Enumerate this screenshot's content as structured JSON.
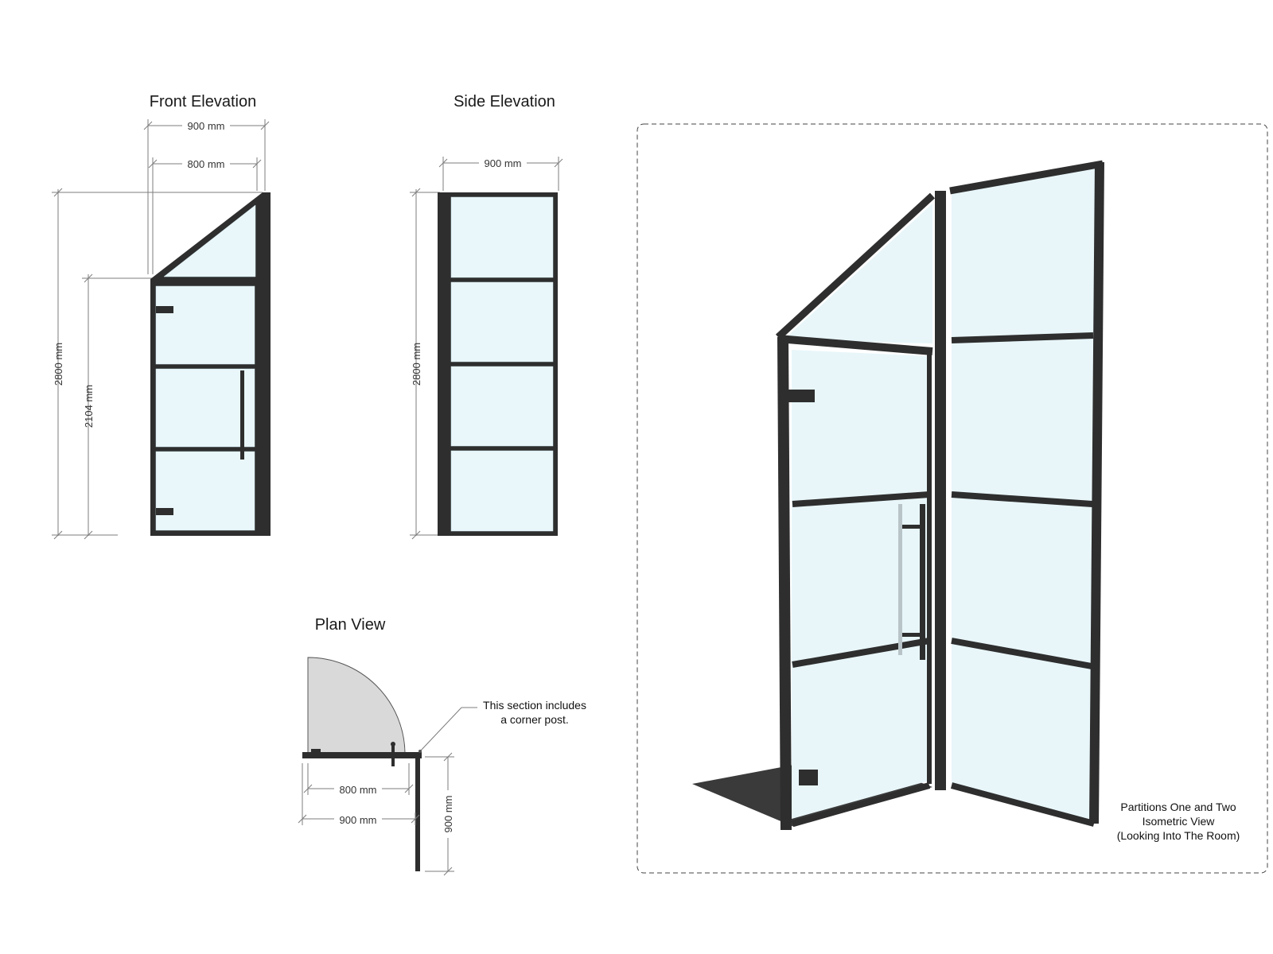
{
  "front_elevation": {
    "title": "Front Elevation",
    "dim_outer_width": "900 mm",
    "dim_inner_width": "800 mm",
    "dim_total_height": "2800 mm",
    "dim_door_height": "2104 mm"
  },
  "side_elevation": {
    "title": "Side Elevation",
    "dim_width": "900 mm",
    "dim_height": "2800 mm"
  },
  "plan_view": {
    "title": "Plan View",
    "note_line1": "This section includes",
    "note_line2": "a corner post.",
    "dim_door_width": "800 mm",
    "dim_panel_width": "900 mm",
    "dim_return_width": "900 mm"
  },
  "isometric": {
    "caption_line1": "Partitions One and Two",
    "caption_line2": "Isometric View",
    "caption_line3": "(Looking Into The Room)"
  },
  "colors": {
    "frame": "#2e2e2e",
    "glass": "#e9f7fb",
    "dimension_line": "#7d7d7d",
    "swing_arc": "#d9d9d9"
  }
}
